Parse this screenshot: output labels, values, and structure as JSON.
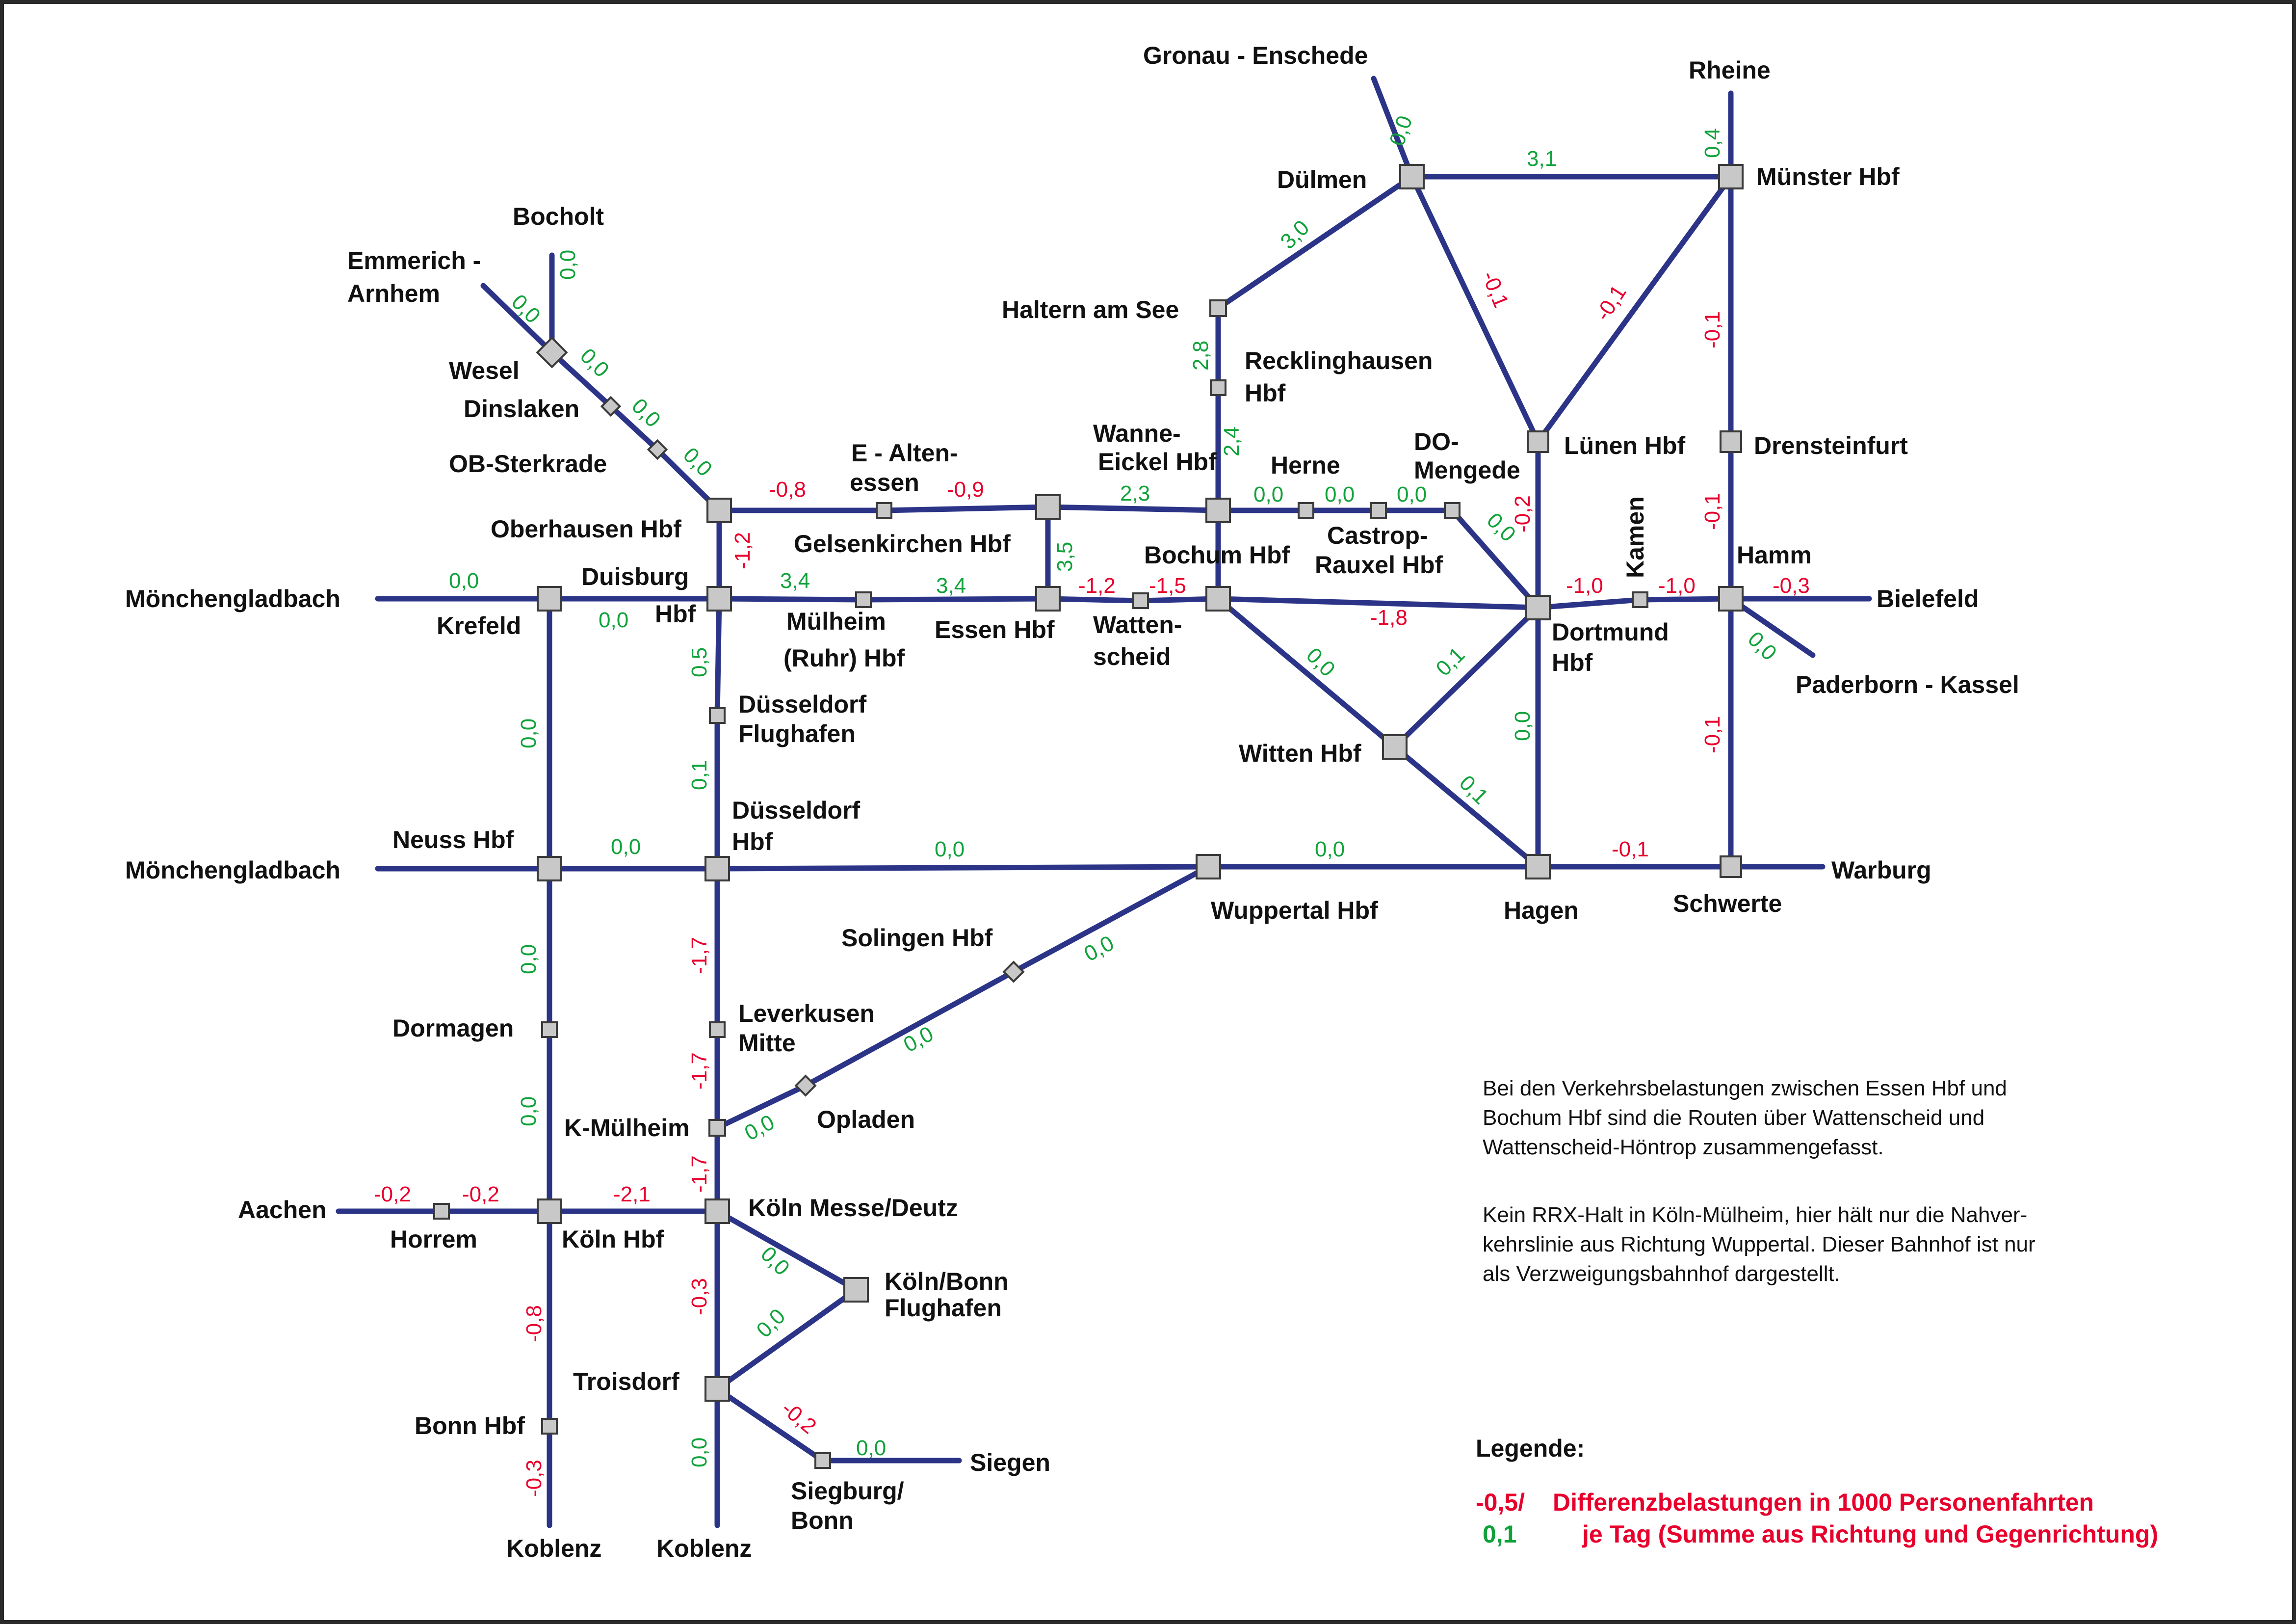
{
  "colors": {
    "line": "#2b3487",
    "node_fill": "#c8c8c8",
    "negative": "#e8002d",
    "positive": "#10a23a",
    "text": "#111111"
  },
  "stations": {
    "oberhausen": "Oberhausen Hbf",
    "ob_sterkrade": "OB-Sterkrade",
    "dinslaken": "Dinslaken",
    "wesel": "Wesel",
    "bocholt": "Bocholt",
    "emmerich_1": "Emmerich -",
    "emmerich_2": "Arnhem",
    "duisburg_1": "Duisburg",
    "duisburg_2": "Hbf",
    "krefeld": "Krefeld",
    "moenchengladbach_1": "Mönchengladbach",
    "moenchengladbach_2": "Mönchengladbach",
    "e_altenessen_1": "E - Alten-",
    "e_altenessen_2": "essen",
    "gelsenkirchen": "Gelsenkirchen Hbf",
    "muelheim_1": "Mülheim",
    "muelheim_2": "(Ruhr) Hbf",
    "essen": "Essen Hbf",
    "wattenscheid_1": "Watten-",
    "wattenscheid_2": "scheid",
    "wanne_1": "Wanne-",
    "wanne_2": "Eickel Hbf",
    "bochum": "Bochum Hbf",
    "herne": "Herne",
    "castrop_1": "Castrop-",
    "castrop_2": "Rauxel Hbf",
    "do_mengede_1": "DO-",
    "do_mengede_2": "Mengede",
    "recklinghausen_1": "Recklinghausen",
    "recklinghausen_2": "Hbf",
    "haltern": "Haltern am See",
    "duelmen": "Dülmen",
    "gronau": "Gronau - Enschede",
    "muenster": "Münster Hbf",
    "rheine": "Rheine",
    "luenen": "Lünen Hbf",
    "drensteinfurt": "Drensteinfurt",
    "kamen": "Kamen",
    "hamm": "Hamm",
    "bielefeld": "Bielefeld",
    "paderborn": "Paderborn - Kassel",
    "dortmund_1": "Dortmund",
    "dortmund_2": "Hbf",
    "witten": "Witten Hbf",
    "hagen": "Hagen",
    "schwerte": "Schwerte",
    "warburg": "Warburg",
    "wuppertal": "Wuppertal Hbf",
    "solingen": "Solingen Hbf",
    "duesseldorf_flughafen_1": "Düsseldorf",
    "duesseldorf_flughafen_2": "Flughafen",
    "duesseldorf_1": "Düsseldorf",
    "duesseldorf_2": "Hbf",
    "neuss": "Neuss Hbf",
    "dormagen": "Dormagen",
    "leverkusen_1": "Leverkusen",
    "leverkusen_2": "Mitte",
    "opladen": "Opladen",
    "k_muelheim": "K-Mülheim",
    "koeln_messe": "Köln Messe/Deutz",
    "koeln_hbf": "Köln Hbf",
    "aachen": "Aachen",
    "horrem": "Horrem",
    "koeln_bonn_1": "Köln/Bonn",
    "koeln_bonn_2": "Flughafen",
    "troisdorf": "Troisdorf",
    "bonn": "Bonn Hbf",
    "siegburg_1": "Siegburg/",
    "siegburg_2": "Bonn",
    "siegen": "Siegen",
    "koblenz_1": "Koblenz",
    "koblenz_2": "Koblenz"
  },
  "values": {
    "bocholt": "0,0",
    "emmerich": "0,0",
    "wesel_dinslaken": "0,0",
    "dinslaken_sterkrade": "0,0",
    "sterkrade_oberhausen": "0,0",
    "oberhausen_altenessen": "-0,8",
    "altenessen_gelsenkirchen": "-0,9",
    "oberhausen_duisburg": "-1,2",
    "duisburg_krefeld": "0,0",
    "krefeld_mg": "0,0",
    "duisburg_muelheim": "3,4",
    "muelheim_essen": "3,4",
    "gelsenkirchen_essen": "3,5",
    "essen_wattenscheid": "-1,2",
    "wattenscheid_bochum": "-1,5",
    "gelsenkirchen_wanne": "2,3",
    "wanne_recklinghausen": "2,4",
    "recklinghausen_haltern": "2,8",
    "haltern_duelmen": "3,0",
    "duelmen_gronau": "0,0",
    "duelmen_muenster": "3,1",
    "muenster_rheine": "0,4",
    "wanne_herne": "0,0",
    "herne_castrop": "0,0",
    "castrop_mengede": "0,0",
    "mengede_dortmund": "0,0",
    "duelmen_luenen": "-0,1",
    "muenster_luenen": "-0,1",
    "muenster_drensteinfurt": "-0,1",
    "drensteinfurt_hamm": "-0,1",
    "luenen_dortmund": "-0,2",
    "bochum_dortmund": "-1,8",
    "dortmund_kamen": "-1,0",
    "kamen_hamm": "-1,0",
    "hamm_bielefeld": "-0,3",
    "hamm_paderborn": "0,0",
    "bochum_witten": "0,0",
    "witten_dortmund": "0,1",
    "witten_hagen": "0,1",
    "dortmund_hagen": "0,0",
    "hamm_schwerte": "-0,1",
    "hagen_schwerte": "-0,1",
    "wuppertal_hagen": "0,0",
    "duesseldorf_wuppertal": "0,0",
    "neuss_duesseldorf": "0,0",
    "duisburg_flughafen": "0,5",
    "flughafen_duesseldorf": "0,1",
    "krefeld_neuss": "0,0",
    "neuss_dormagen": "0,0",
    "dormagen_koeln": "0,0",
    "wuppertal_solingen": "0,0",
    "solingen_opladen": "0,0",
    "opladen_kmuelheim": "0,0",
    "duesseldorf_leverkusen": "-1,7",
    "leverkusen_kmuelheim": "-1,7",
    "kmuelheim_messe": "-1,7",
    "koeln_messe": "-2,1",
    "horrem_koeln": "-0,2",
    "aachen_horrem": "-0,2",
    "messe_flughafen": "0,0",
    "flughafen_troisdorf": "0,0",
    "messe_troisdorf": "-0,3",
    "koeln_bonn": "-0,8",
    "bonn_koblenz": "-0,3",
    "troisdorf_koblenz": "0,0",
    "troisdorf_siegburg": "-0,2",
    "siegburg_siegen": "0,0"
  },
  "notes": {
    "note1_line1": "Bei den Verkehrsbelastungen zwischen Essen Hbf und",
    "note1_line2": "Bochum Hbf sind die Routen über Wattenscheid und",
    "note1_line3": "Wattenscheid-Höntrop zusammengefasst.",
    "note2_line1": "Kein RRX-Halt in Köln-Mülheim, hier hält nur die Nahver-",
    "note2_line2": "kehrslinie aus Richtung Wuppertal. Dieser Bahnhof ist nur",
    "note2_line3": "als Verzweigungsbahnhof dargestellt."
  },
  "legend": {
    "title": "Legende:",
    "neg_sample": "-0,5/",
    "pos_sample": "0,1",
    "text_line1": "Differenzbelastungen in 1000 Personenfahrten",
    "text_line2": "je Tag (Summe aus Richtung und Gegenrichtung)"
  }
}
